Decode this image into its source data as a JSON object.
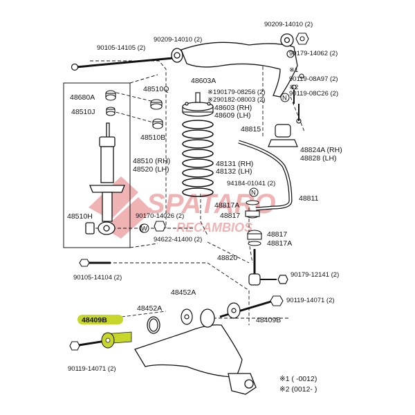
{
  "watermark": {
    "brand": "SPATARO",
    "sub": "RECAMBIOS",
    "color": "#d62828"
  },
  "highlight_color": "#c7d62a",
  "labels": {
    "p90105_14105": "90105-14105 (2)",
    "p90209_14010_a": "90209-14010 (2)",
    "p90209_14010_b": "90209-14010 (2)",
    "p90179_14062": "90179-14062 (2)",
    "note1_a": "※1",
    "p90119_08A97": "90119-08A97 (2)",
    "note2_a": "※2",
    "p90119_08C26": "90119-08C26 (2)",
    "p48680A": "48680A",
    "p48510Q": "48510Q",
    "p48510J": "48510J",
    "p48510B": "48510B",
    "p48510_rh": "48510 (RH)",
    "p48520_lh": "48520 (LH)",
    "p48510H": "48510H",
    "p48603A": "48603A",
    "p90179_08256": "※190179-08256 (2)",
    "p90182_08003": "※290182-08003 (2)",
    "p48603_rh": "48603 (RH)",
    "p48609_lh": "48609 (LH)",
    "p48815": "48815",
    "p48824A": "48824A (RH)",
    "p48828": "48828   (LH)",
    "p48131_rh": "48131 (RH)",
    "p48132_lh": "48132 (LH)",
    "p94184_01041": "94184-01041 (2)",
    "p48811": "48811",
    "p48817A_a": "48817A",
    "p48817_a": "48817",
    "p90170_14026": "90170-14026 (2)",
    "p94622_41400": "94622-41400 (2)",
    "p48817_b": "48817",
    "p48817A_b": "48817A",
    "p48820": "48820",
    "p90105_14104": "90105-14104 (2)",
    "p90179_12141": "90179-12141 (2)",
    "p48452A_a": "48452A",
    "p48452A_b": "48452A",
    "p48409B_a": "48409B",
    "p90119_14071_a": "90119-14071 (2)",
    "p48409B_b": "48409B",
    "p90119_14071_b": "90119-14071 (2)",
    "n_mark_a": "N",
    "n_mark_b": "N",
    "n_mark_c": "N",
    "w_mark": "W",
    "legend1": "※1  (        -0012)",
    "legend2": "※2  (0012-        )"
  }
}
